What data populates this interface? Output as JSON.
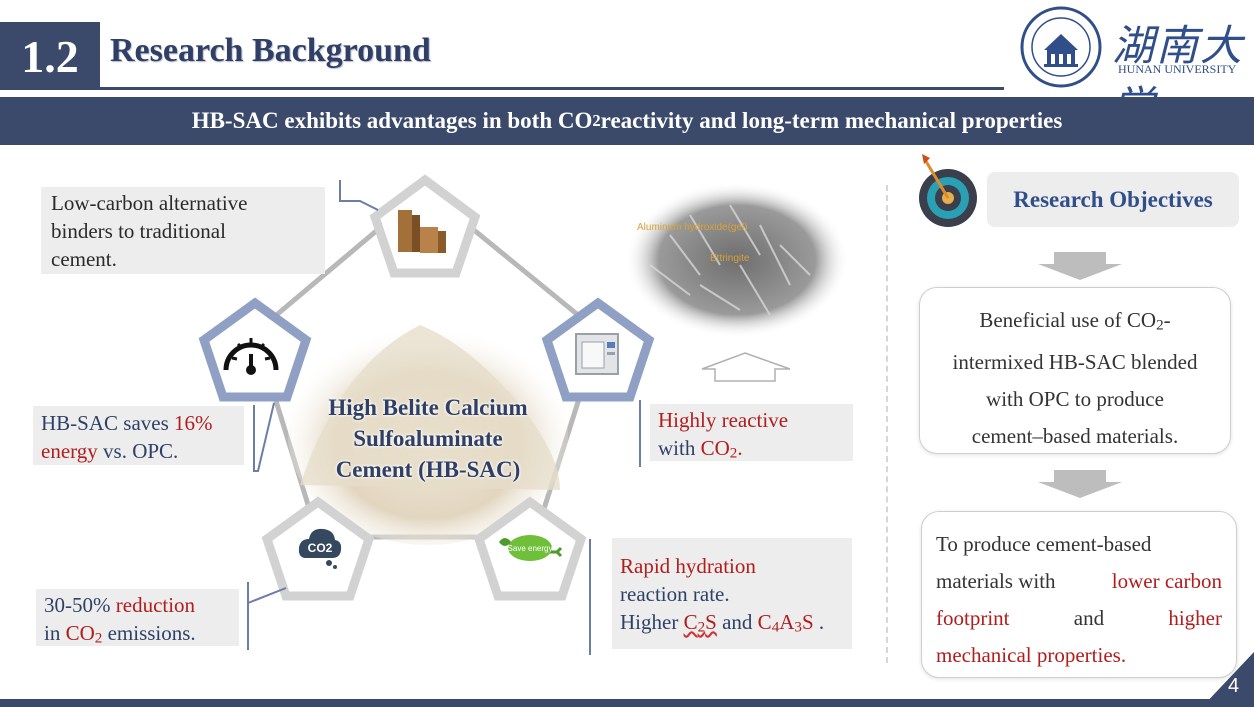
{
  "header": {
    "section_number": "1.2",
    "section_title": "Research Background",
    "logo_cn": "湖南大学",
    "logo_en": "HUNAN UNIVERSITY"
  },
  "banner": {
    "text_before": "HB-SAC exhibits advantages in both CO",
    "sub": "2",
    "text_after": " reactivity and long-term mechanical properties"
  },
  "center": {
    "line1": "High Belite Calcium",
    "line2": "Sulfoaluminate",
    "line3": "Cement (HB-SAC)"
  },
  "notes": {
    "low_carbon": {
      "line1": "Low-carbon alternative",
      "line2": "binders to traditional",
      "line3": "cement."
    },
    "energy": {
      "p1": "HB-SAC saves ",
      "highlight": "16%",
      "p2": "energy",
      "p3": " vs. OPC."
    },
    "co2_reduction": {
      "p1": "30-50% ",
      "highlight": "reduction",
      "p2": "in ",
      "co2": "CO",
      "sub": "2",
      "p3": " emissions."
    },
    "reactive": {
      "highlight": "Highly reactive",
      "p1": "with ",
      "co2": "CO",
      "sub": "2",
      "p2": "."
    },
    "hydration": {
      "highlight1": "Rapid hydration",
      "p1": "reaction rate.",
      "p2": "Higher ",
      "c2s_c": "C",
      "c2s_sub": "2",
      "c2s_s": "S",
      "p3": " and ",
      "c4a3s_c": "C",
      "c4a3s_sub1": "4",
      "c4a3s_a": "A",
      "c4a3s_sub2": "3",
      "c4a3s_s": "S",
      "p4": " ."
    }
  },
  "sem_labels": {
    "left": "Aluminum hydroxide(gel)",
    "right": "Ettringite"
  },
  "icons": {
    "co2_label": "CO2",
    "save_label": "Save energy"
  },
  "right": {
    "objectives_title": "Research Objectives",
    "box1": {
      "l1a": "Beneficial use of CO",
      "l1sub": "2",
      "l1b": "-",
      "l2": "intermixed HB-SAC blended",
      "l3": "with OPC to produce",
      "l4": "cement–based materials."
    },
    "box2": {
      "l1": "To produce cement-based",
      "l2a": "materials with ",
      "l2b": "lower carbon",
      "l3a": "footprint",
      "l3b": "and",
      "l3c": "higher",
      "l4": "mechanical properties."
    }
  },
  "footer": {
    "page_number": "4"
  },
  "colors": {
    "navy": "#3b4a6b",
    "red": "#b11d1d",
    "grey_box": "#ededed",
    "pentagon_stroke": "#d2d2d2"
  }
}
